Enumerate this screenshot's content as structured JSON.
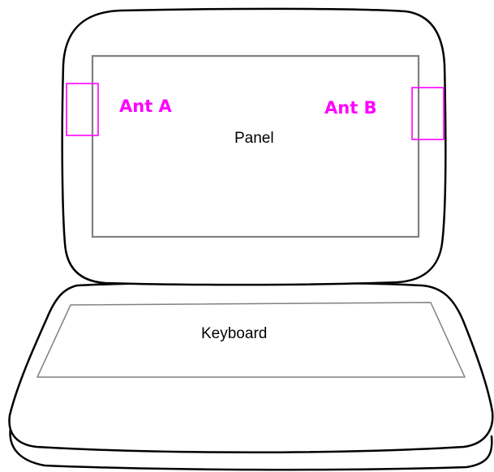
{
  "labels": {
    "antenna_a": "Ant A",
    "antenna_b": "Ant B",
    "panel": "Panel",
    "keyboard": "Keyboard"
  },
  "colors": {
    "antenna": "#ff00ff",
    "outline": "#000000",
    "inner_frame": "#808080",
    "background": "#ffffff"
  }
}
